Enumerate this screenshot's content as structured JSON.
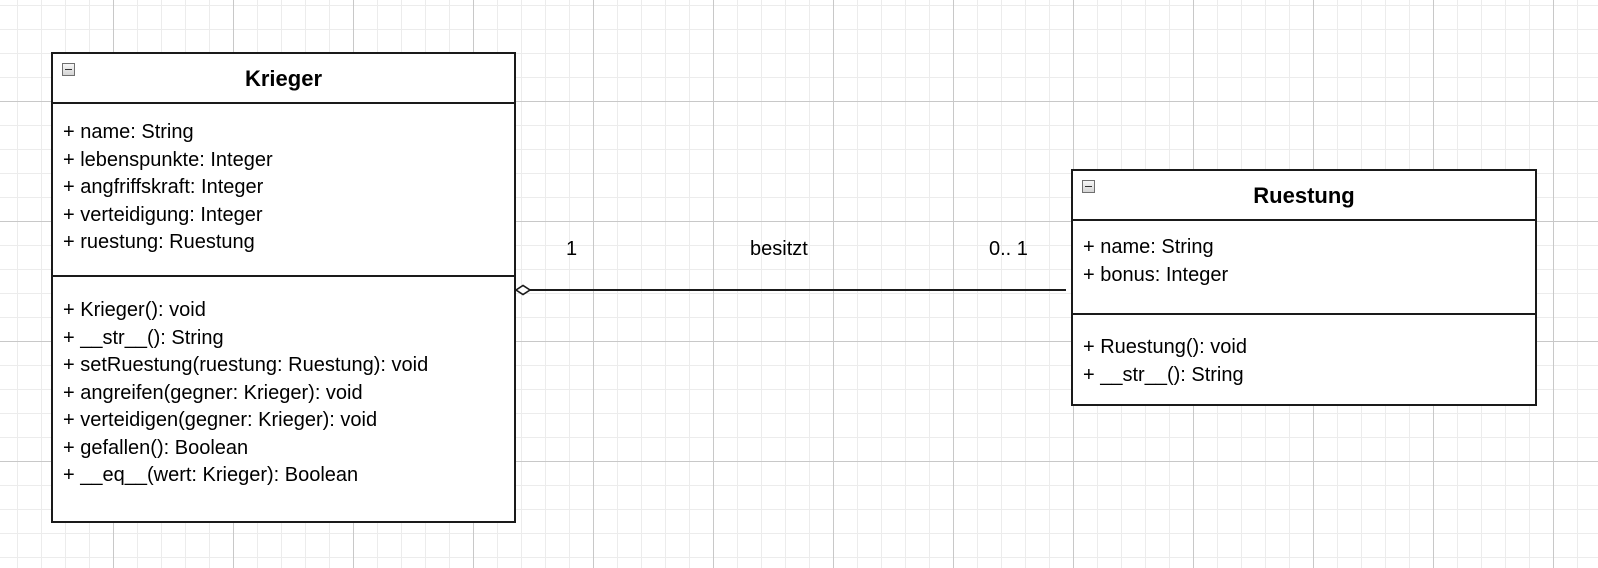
{
  "classes": {
    "krieger": {
      "name": "Krieger",
      "attributes": [
        "+ name: String",
        "+ lebenspunkte: Integer",
        "+ angfriffskraft: Integer",
        "+ verteidigung: Integer",
        "+ ruestung: Ruestung"
      ],
      "methods": [
        "+ Krieger(): void",
        "+ __str__(): String",
        "+ setRuestung(ruestung: Ruestung): void",
        "+ angreifen(gegner: Krieger): void",
        "+ verteidigen(gegner: Krieger): void",
        "+ gefallen(): Boolean",
        "+ __eq__(wert: Krieger): Boolean"
      ]
    },
    "ruestung": {
      "name": "Ruestung",
      "attributes": [
        "+ name: String",
        "+ bonus: Integer"
      ],
      "methods": [
        "+ Ruestung(): void",
        "+ __str__(): String"
      ]
    }
  },
  "association": {
    "type": "aggregation",
    "label": "besitzt",
    "source_multiplicity": "1",
    "target_multiplicity": "0.. 1"
  }
}
